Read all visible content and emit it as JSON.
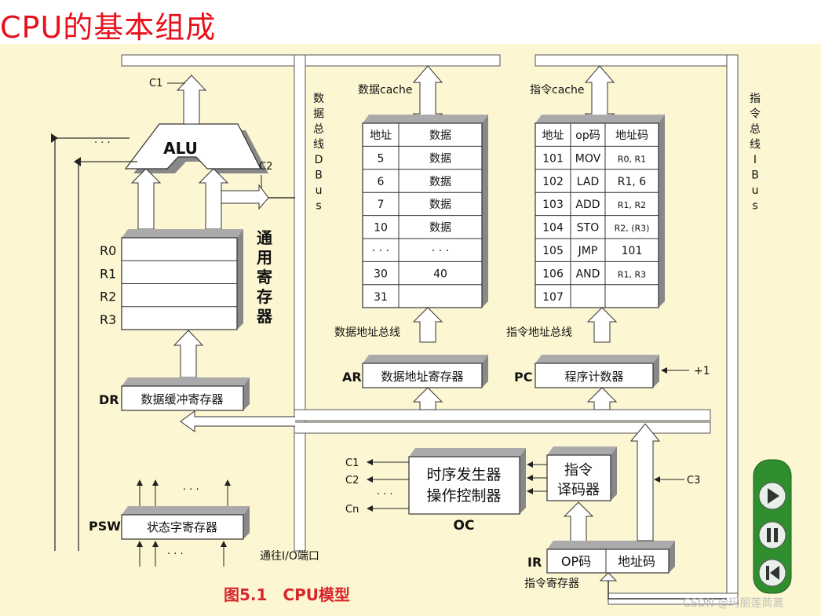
{
  "heading": "CPU的基本组成",
  "figure_caption": "图5.1　CPU模型",
  "watermark": "CSDN @玛丽莲茼蒿",
  "alu": {
    "label": "ALU",
    "c1": "C1",
    "c2": "C2",
    "dots": "· · ·"
  },
  "gpr": {
    "title": [
      "通",
      "用",
      "寄",
      "存",
      "器"
    ],
    "rows": [
      "R0",
      "R1",
      "R2",
      "R3"
    ]
  },
  "dr": {
    "name": "DR",
    "label": "数据缓冲寄存器"
  },
  "psw": {
    "name": "PSW",
    "label": "状态字寄存器",
    "dots": "· · ·"
  },
  "io": "通往I/O端口",
  "dbus": [
    "数",
    "据",
    "总",
    "线",
    "D",
    "B",
    "u",
    "s"
  ],
  "ibus": [
    "指",
    "令",
    "总",
    "线",
    "I",
    "B",
    "u",
    "s"
  ],
  "data_cache": {
    "title": "数据cache",
    "headers": [
      "地址",
      "数据"
    ],
    "rows": [
      [
        "5",
        "数据"
      ],
      [
        "6",
        "数据"
      ],
      [
        "7",
        "数据"
      ],
      [
        "10",
        "数据"
      ],
      [
        "· · ·",
        "· · ·"
      ],
      [
        "30",
        "40"
      ],
      [
        "31",
        ""
      ]
    ]
  },
  "instr_cache": {
    "title": "指令cache",
    "headers": [
      "地址",
      "op码",
      "地址码"
    ],
    "rows": [
      [
        "101",
        "MOV",
        "R0, R1"
      ],
      [
        "102",
        "LAD",
        "R1, 6"
      ],
      [
        "103",
        "ADD",
        "R1, R2"
      ],
      [
        "104",
        "STO",
        "R2, (R3)"
      ],
      [
        "105",
        "JMP",
        "101"
      ],
      [
        "106",
        "AND",
        "R1, R3"
      ],
      [
        "107",
        "",
        ""
      ]
    ]
  },
  "data_addr_bus": "数据地址总线",
  "instr_addr_bus": "指令地址总线",
  "ar": {
    "name": "AR",
    "label": "数据地址寄存器"
  },
  "pc": {
    "name": "PC",
    "label": "程序计数器",
    "inc": "+1"
  },
  "oc": {
    "lines": [
      "时序发生器",
      "操作控制器"
    ],
    "name": "OC",
    "outputs": [
      "C1",
      "C2",
      "Cn"
    ],
    "dots": "· · ·"
  },
  "decoder": {
    "lines": [
      "指令",
      "译码器"
    ]
  },
  "ir": {
    "name": "IR",
    "op": "OP码",
    "addr": "地址码",
    "caption": "指令寄存器",
    "c3": "C3"
  },
  "controls": [
    "play-button",
    "pause-button",
    "rewind-button"
  ],
  "colors": {
    "accent_red": "#e8101a",
    "panel": "#fdf6d2",
    "control_green": "#2f8f2f"
  }
}
